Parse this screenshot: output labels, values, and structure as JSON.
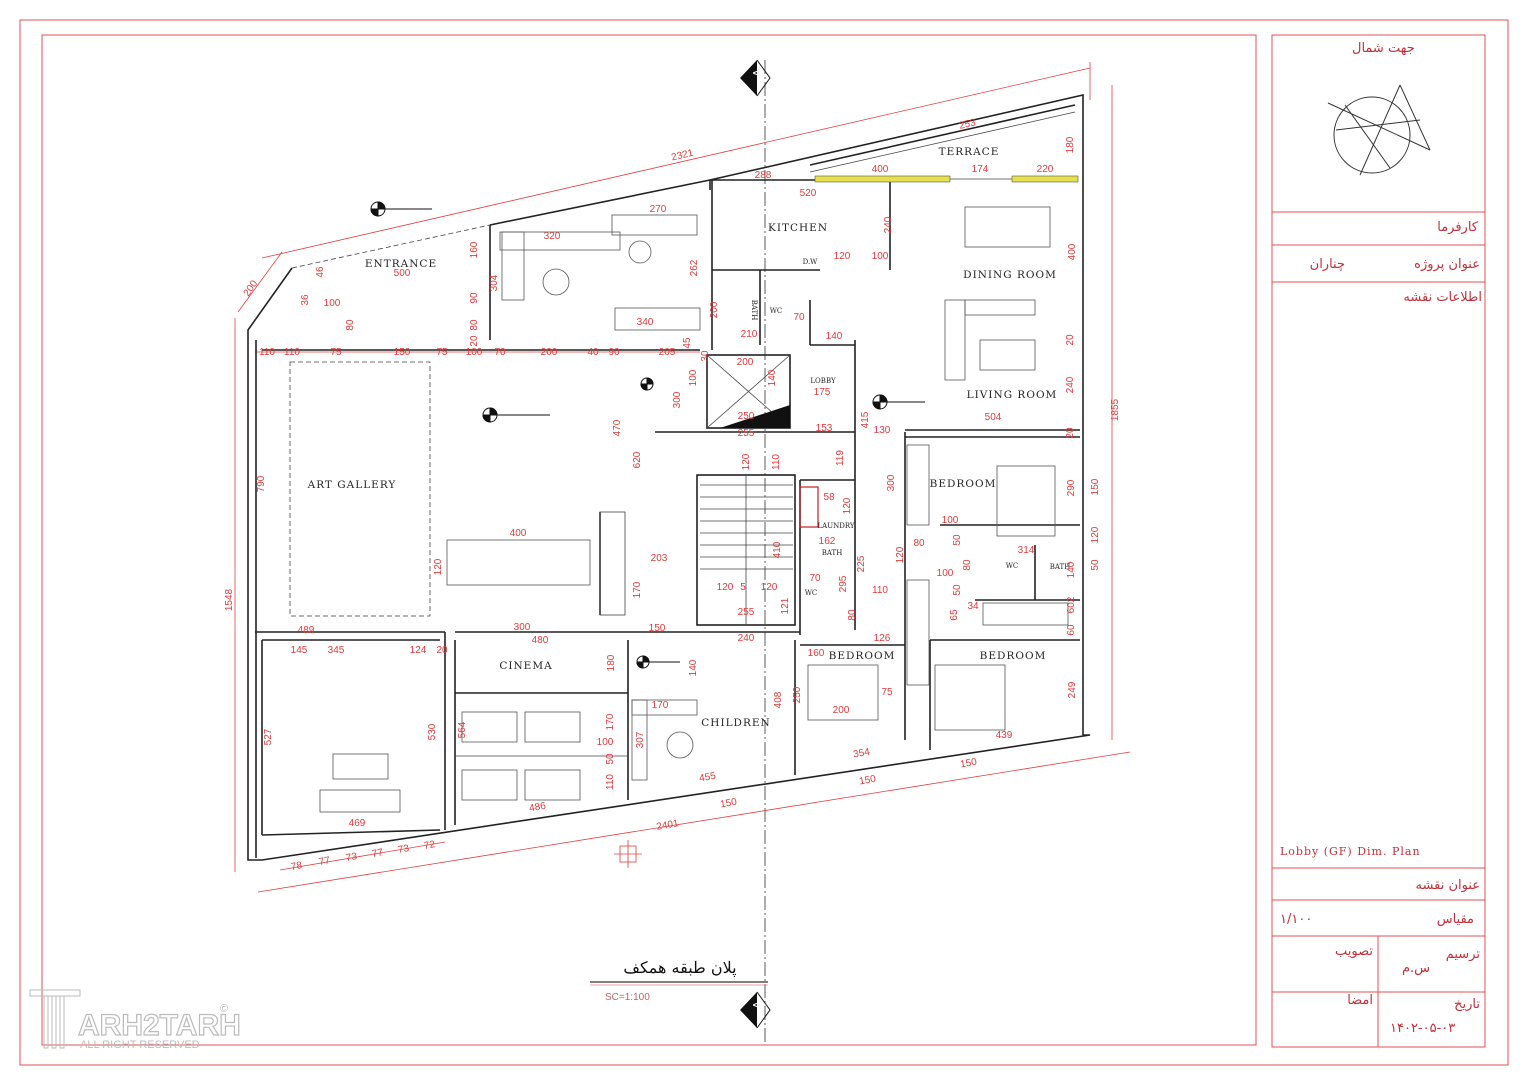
{
  "drawing": {
    "caption_title": "پلان طبقه همکف",
    "scale_note": "SC=1:100",
    "section_marker": "A",
    "logo_text": "ARH2TARH",
    "logo_subtext": "ALL RIGHT RESERVED",
    "logo_mark": "©"
  },
  "title_block": {
    "north_label": "جهت شمال",
    "client_label": "کارفرما",
    "project_title_label": "عنوان پروژه",
    "project_title_value": "چناران",
    "drawing_info_label": "اطلاعات نقشه",
    "drawing_name": "Lobby (GF) Dim. Plan",
    "drawing_title_label": "عنوان نقشه",
    "scale_label": "مقیاس",
    "scale_value": "۱/۱۰۰",
    "drawn_label": "ترسیم",
    "drawn_value": "س.م",
    "approved_label": "تصویب",
    "date_label": "تاریخ",
    "date_value": "۱۴۰۲-۰۵-۰۳",
    "signature_label": "امضا"
  },
  "rooms": [
    "TERRACE",
    "KITCHEN",
    "DINING ROOM",
    "ENTRANCE",
    "LIVING ROOM",
    "LOBBY",
    "ART GALLERY",
    "BEDROOM",
    "CINEMA",
    "CHILDREN",
    "BEDROOM",
    "BEDROOM",
    "BATH",
    "WC",
    "BATH",
    "LAUNDRY",
    "WC",
    "WC",
    "BATH",
    "D.W"
  ],
  "dimensions": [
    "2321",
    "200",
    "253",
    "400",
    "174",
    "220",
    "180",
    "288",
    "520",
    "270",
    "320",
    "160",
    "304",
    "262",
    "500",
    "46",
    "36",
    "100",
    "90",
    "80",
    "80",
    "20",
    "340",
    "240",
    "120",
    "100",
    "400",
    "70",
    "210",
    "140",
    "110",
    "110",
    "75",
    "150",
    "75",
    "100",
    "70",
    "200",
    "40",
    "90",
    "205",
    "45",
    "30",
    "200",
    "140",
    "100",
    "300",
    "175",
    "250",
    "255",
    "153",
    "415",
    "130",
    "504",
    "240",
    "20",
    "470",
    "620",
    "1855",
    "1548",
    "790",
    "400",
    "120",
    "203",
    "170",
    "150",
    "489",
    "120",
    "110",
    "119",
    "300",
    "290",
    "150",
    "58",
    "120",
    "162",
    "225",
    "100",
    "80",
    "120",
    "50",
    "314",
    "120",
    "50",
    "80",
    "100",
    "50",
    "140",
    "70",
    "295",
    "110",
    "120",
    "5",
    "120",
    "121",
    "410",
    "255",
    "80",
    "65",
    "34",
    "602",
    "60",
    "126",
    "240",
    "300",
    "480",
    "145",
    "345",
    "124",
    "20",
    "180",
    "140",
    "160",
    "527",
    "530",
    "170",
    "564",
    "170",
    "100",
    "50",
    "110",
    "307",
    "408",
    "250",
    "75",
    "200",
    "249",
    "439",
    "354",
    "150",
    "150",
    "455",
    "486",
    "150",
    "469",
    "2401",
    "78",
    "77",
    "73",
    "77",
    "73",
    "72",
    "20",
    "200"
  ]
}
